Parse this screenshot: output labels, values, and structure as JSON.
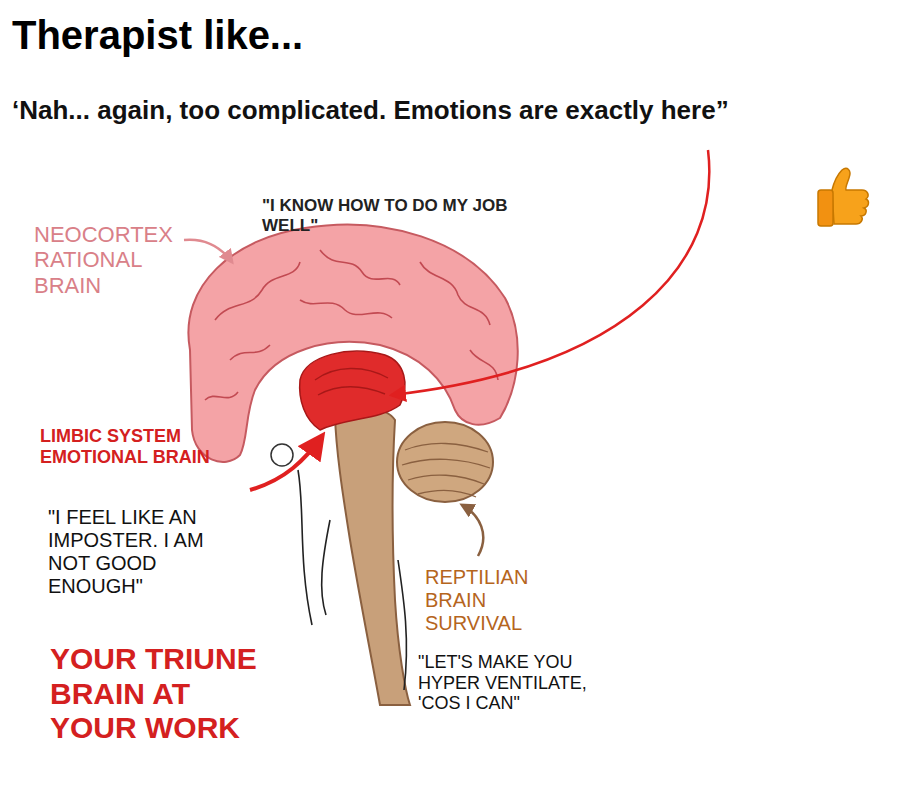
{
  "diagram": {
    "title": "Therapist like...",
    "labels": [
      "‘Nah... again, too complicated. Emotions are exactly here”",
      "NEOCORTEX RATIONAL BRAIN",
      "\"I KNOW HOW TO DO MY JOB WELL\"",
      "LIMBIC SYSTEM EMOTIONAL BRAIN",
      "\"I FEEL LIKE AN IMPOSTER. I AM NOT GOOD ENOUGH\"",
      "REPTILIAN BRAIN SURVIVAL",
      "\"LET'S MAKE YOU HYPER VENTILATE, 'COS I CAN\"",
      "YOUR TRIUNE BRAIN AT YOUR WORK"
    ]
  }
}
